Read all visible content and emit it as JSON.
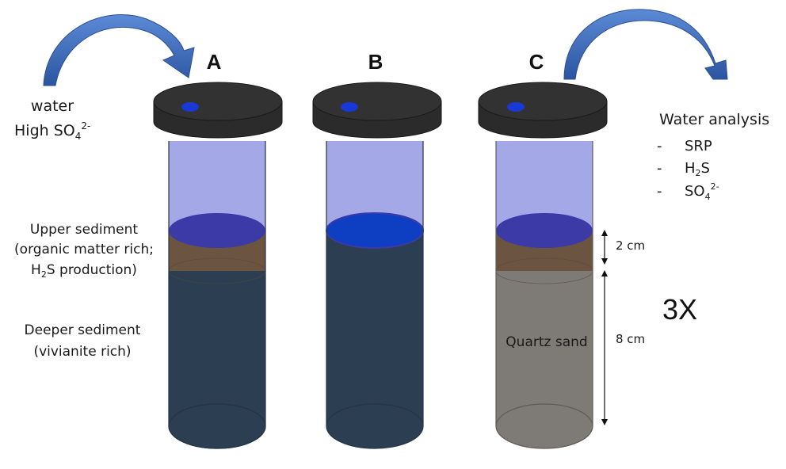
{
  "columns": {
    "a": {
      "label": "A"
    },
    "b": {
      "label": "B"
    },
    "c": {
      "label": "C"
    }
  },
  "inflow": {
    "line1": "water",
    "line2_prefix": "High SO",
    "line2_sub": "4",
    "line2_sup": "2-"
  },
  "layers": {
    "upper": {
      "line1": "Upper sediment",
      "line2": "(organic matter rich;",
      "line3_prefix": "H",
      "line3_sub": "2",
      "line3_suffix": "S production)"
    },
    "deeper": {
      "line1": "Deeper sediment",
      "line2": "(vivianite rich)"
    },
    "quartz": "Quartz sand"
  },
  "analysis": {
    "title": "Water analysis",
    "dash": "-",
    "item1": "SRP",
    "item2_prefix": "H",
    "item2_sub": "2",
    "item2_suffix": "S",
    "item3_prefix": "SO",
    "item3_sub": "4",
    "item3_sup": "2-"
  },
  "dimensions": {
    "upper": "2 cm",
    "lower": "8 cm"
  },
  "replicates": "3X",
  "colors": {
    "water": "#a5a8e6",
    "water_surface": "#3b3aa6",
    "upper_sediment": "#6b5541",
    "deeper_sediment": "#2c3f52",
    "quartz_sand": "#7e7b76",
    "cap": "#2b2b2b",
    "cap_dot": "#1838d8",
    "arrow": "#3c66b4"
  }
}
